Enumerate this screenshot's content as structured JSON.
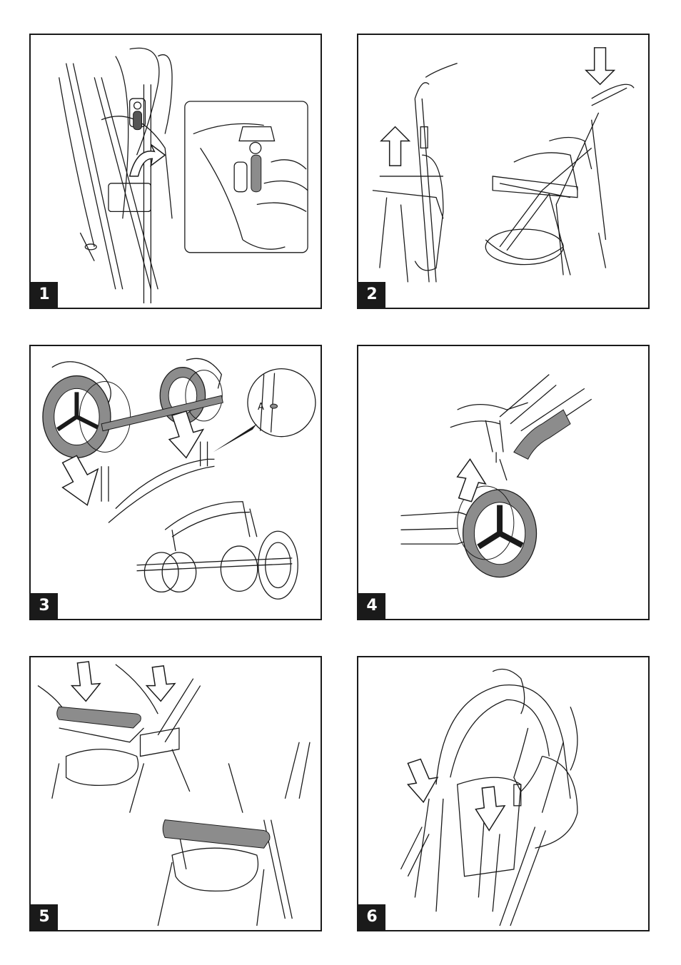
{
  "panels": [
    {
      "number": "1"
    },
    {
      "number": "2"
    },
    {
      "number": "3",
      "callout_label": "A"
    },
    {
      "number": "4"
    },
    {
      "number": "5"
    },
    {
      "number": "6"
    }
  ],
  "colors": {
    "line": "#1a1a1a",
    "fill_gray": "#8c8c8c",
    "fill_dark": "#555555",
    "badge_bg": "#1a1a1a",
    "badge_text": "#ffffff"
  }
}
